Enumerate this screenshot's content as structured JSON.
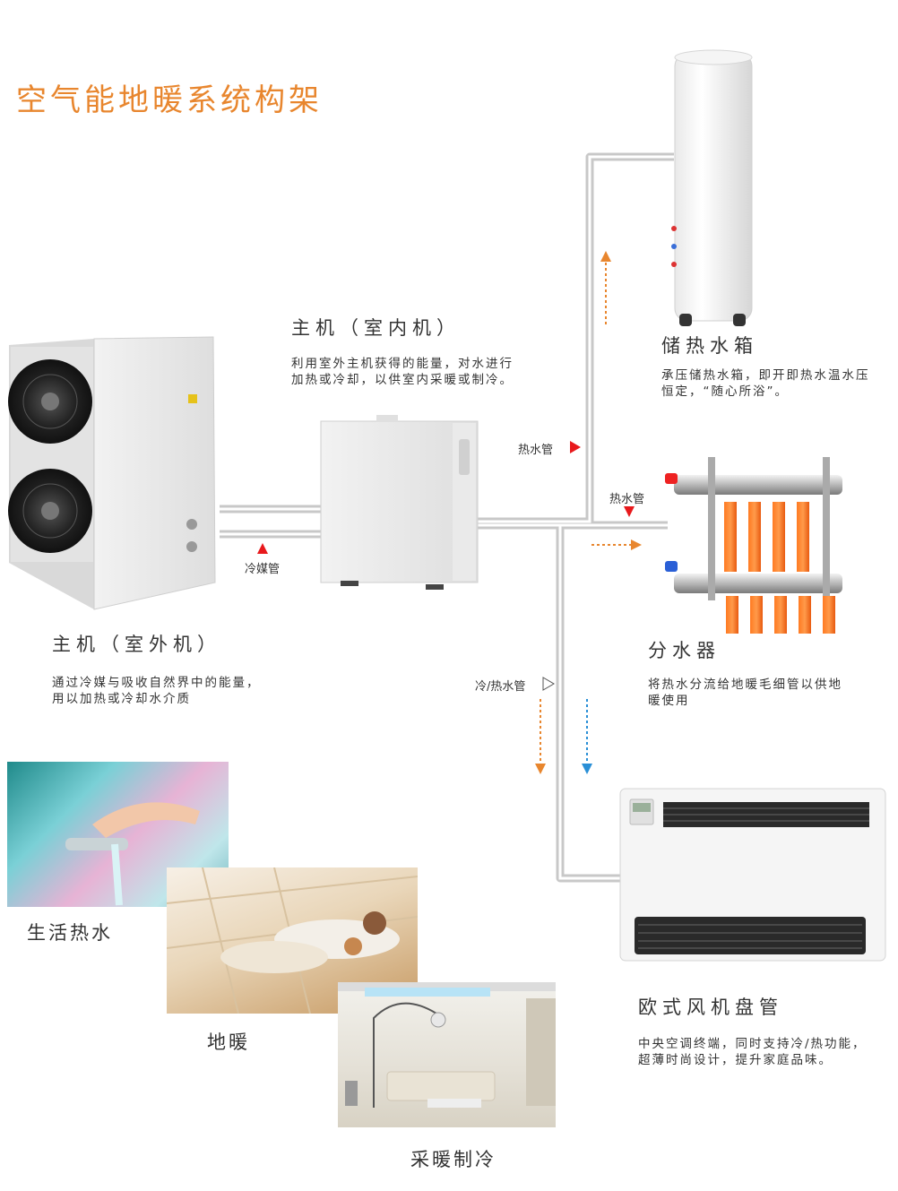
{
  "title": "空气能地暖系统构架",
  "outdoor_unit": {
    "heading": "主机（室外机）",
    "desc1": "通过冷媒与吸收自然界中的能量，",
    "desc2": "用以加热或冷却水介质"
  },
  "indoor_unit": {
    "heading": "主机（室内机）",
    "desc1": "利用室外主机获得的能量，对水进行",
    "desc2": "加热或冷却，以供室内采暖或制冷。"
  },
  "water_tank": {
    "heading": "储热水箱",
    "desc1": "承压储热水箱，即开即热水温水压",
    "desc2": "恒定，“随心所浴”。"
  },
  "manifold": {
    "heading": "分水器",
    "desc1": "将热水分流给地暖毛细管以供地",
    "desc2": "暖使用"
  },
  "fan_coil": {
    "heading": "欧式风机盘管",
    "desc1": "中央空调终端，同时支持冷/热功能，",
    "desc2": "超薄时尚设计，提升家庭品味。"
  },
  "pipe_labels": {
    "refrigerant": "冷媒管",
    "hot_water_1": "热水管",
    "hot_water_2": "热水管",
    "cold_hot": "冷/热水管"
  },
  "photos": {
    "hot_water": "生活热水",
    "floor_heating": "地暖",
    "heating_cooling": "采暖制冷"
  },
  "colors": {
    "accent": "#e8862e",
    "arrow_red": "#e8191c",
    "arrow_blue": "#2a8fd6",
    "pipe": "#c9c9c9"
  }
}
